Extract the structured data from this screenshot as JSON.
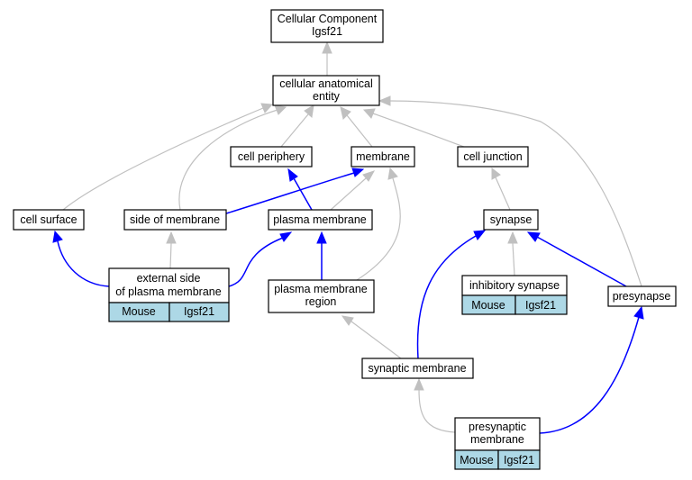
{
  "nodes": {
    "cellular_component": {
      "line1": "Cellular Component",
      "line2": "Igsf21"
    },
    "cellular_anatomical_entity": {
      "line1": "cellular anatomical",
      "line2": "entity"
    },
    "cell_periphery": {
      "label": "cell periphery"
    },
    "membrane": {
      "label": "membrane"
    },
    "cell_junction": {
      "label": "cell junction"
    },
    "cell_surface": {
      "label": "cell surface"
    },
    "side_of_membrane": {
      "label": "side of membrane"
    },
    "plasma_membrane": {
      "label": "plasma membrane"
    },
    "synapse": {
      "label": "synapse"
    },
    "external_side": {
      "line1": "external side",
      "line2": "of plasma membrane",
      "organism": "Mouse",
      "gene": "Igsf21"
    },
    "plasma_membrane_region": {
      "line1": "plasma membrane",
      "line2": "region"
    },
    "inhibitory_synapse": {
      "label": "inhibitory synapse",
      "organism": "Mouse",
      "gene": "Igsf21"
    },
    "presynapse": {
      "label": "presynapse"
    },
    "synaptic_membrane": {
      "label": "synaptic membrane"
    },
    "presynaptic_membrane": {
      "line1": "presynaptic",
      "line2": "membrane",
      "organism": "Mouse",
      "gene": "Igsf21"
    }
  },
  "colors": {
    "annotation_cell": "#add8e6",
    "is_a_edge": "#c0c0c0",
    "part_of_edge": "#0000ff"
  }
}
